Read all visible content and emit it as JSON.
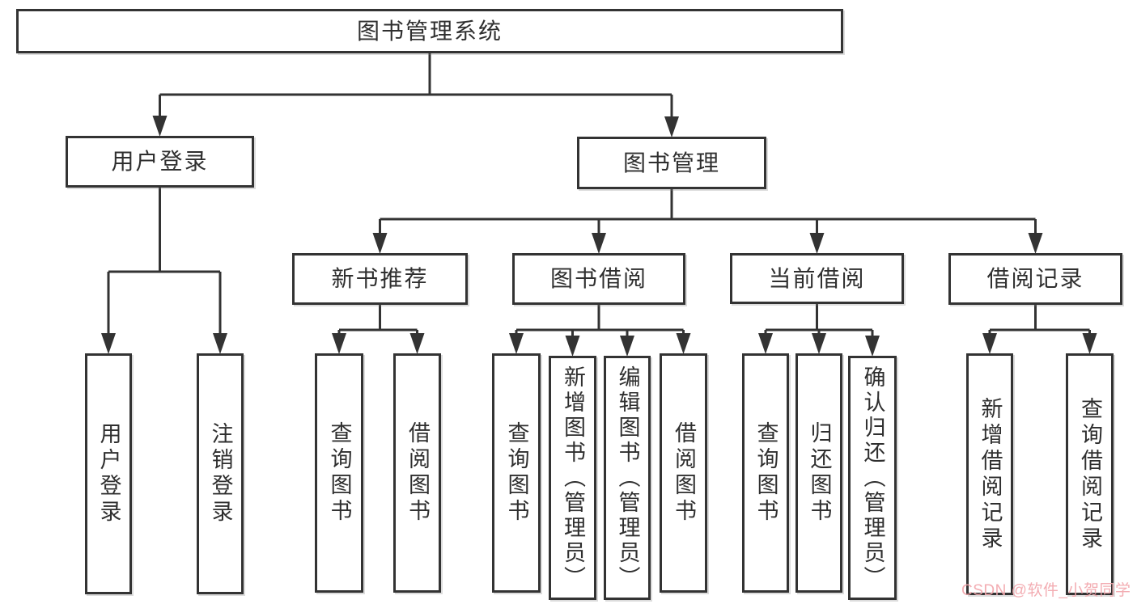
{
  "diagram": {
    "tree": {
      "id": "system",
      "label": "图书管理系统",
      "children": [
        {
          "id": "user-login",
          "label": "用户登录",
          "children": [
            {
              "id": "leaf-user-login",
              "label": "用户登录"
            },
            {
              "id": "leaf-logout",
              "label": "注销登录"
            }
          ]
        },
        {
          "id": "book-management",
          "label": "图书管理",
          "children": [
            {
              "id": "new-book-recommend",
              "label": "新书推荐",
              "children": [
                {
                  "id": "nb-query-book",
                  "label": "查询图书"
                },
                {
                  "id": "nb-borrow-book",
                  "label": "借阅图书"
                }
              ]
            },
            {
              "id": "book-borrowing",
              "label": "图书借阅",
              "children": [
                {
                  "id": "bb-query-book",
                  "label": "查询图书"
                },
                {
                  "id": "bb-add-book",
                  "label": "新增图书（管理员）"
                },
                {
                  "id": "bb-edit-book",
                  "label": "编辑图书（管理员）"
                },
                {
                  "id": "bb-borrow-book",
                  "label": "借阅图书"
                }
              ]
            },
            {
              "id": "current-borrowing",
              "label": "当前借阅",
              "children": [
                {
                  "id": "cb-query-book",
                  "label": "查询图书"
                },
                {
                  "id": "cb-return-book",
                  "label": "归还图书"
                },
                {
                  "id": "cb-confirm-return",
                  "label": "确认归还（管理员）"
                }
              ]
            },
            {
              "id": "borrow-records",
              "label": "借阅记录",
              "children": [
                {
                  "id": "br-add-record",
                  "label": "新增借阅记录"
                },
                {
                  "id": "br-query-record",
                  "label": "查询借阅记录"
                }
              ]
            }
          ]
        }
      ]
    }
  },
  "watermark": {
    "text": "CSDN @软件_小贺同学",
    "color": "#F2A6AC"
  },
  "colors": {
    "line": "#333333",
    "border": "#333333",
    "text": "#2F2F2F",
    "background": "#FFFFFF"
  }
}
